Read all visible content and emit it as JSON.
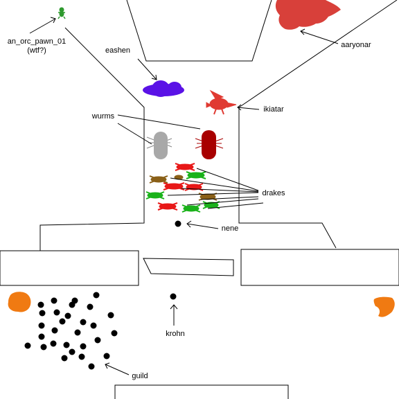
{
  "labels": {
    "orc_pawn_line1": "an_orc_pawn_01",
    "orc_pawn_line2": "(wtf?)",
    "eashen": "eashen",
    "aaryonar": "aaryonar",
    "ikiatar": "ikiatar",
    "wurms": "wurms",
    "drakes": "drakes",
    "nene": "nene",
    "krohn": "krohn",
    "guild": "guild"
  },
  "colors": {
    "wall": "#000000",
    "orc_pawn": "#2e9a2e",
    "eashen": "#5a12e6",
    "aaryonar": "#d8403a",
    "ikiatar": "#e03a32",
    "wurm_gray": "#a8a8a8",
    "wurm_red": "#a80000",
    "drake_red": "#e81818",
    "drake_green": "#1ab21a",
    "drake_brown": "#8a6018",
    "orange_blob": "#f07a12",
    "dot": "#000000"
  },
  "guild_member_count": 28,
  "drake_count": 11
}
